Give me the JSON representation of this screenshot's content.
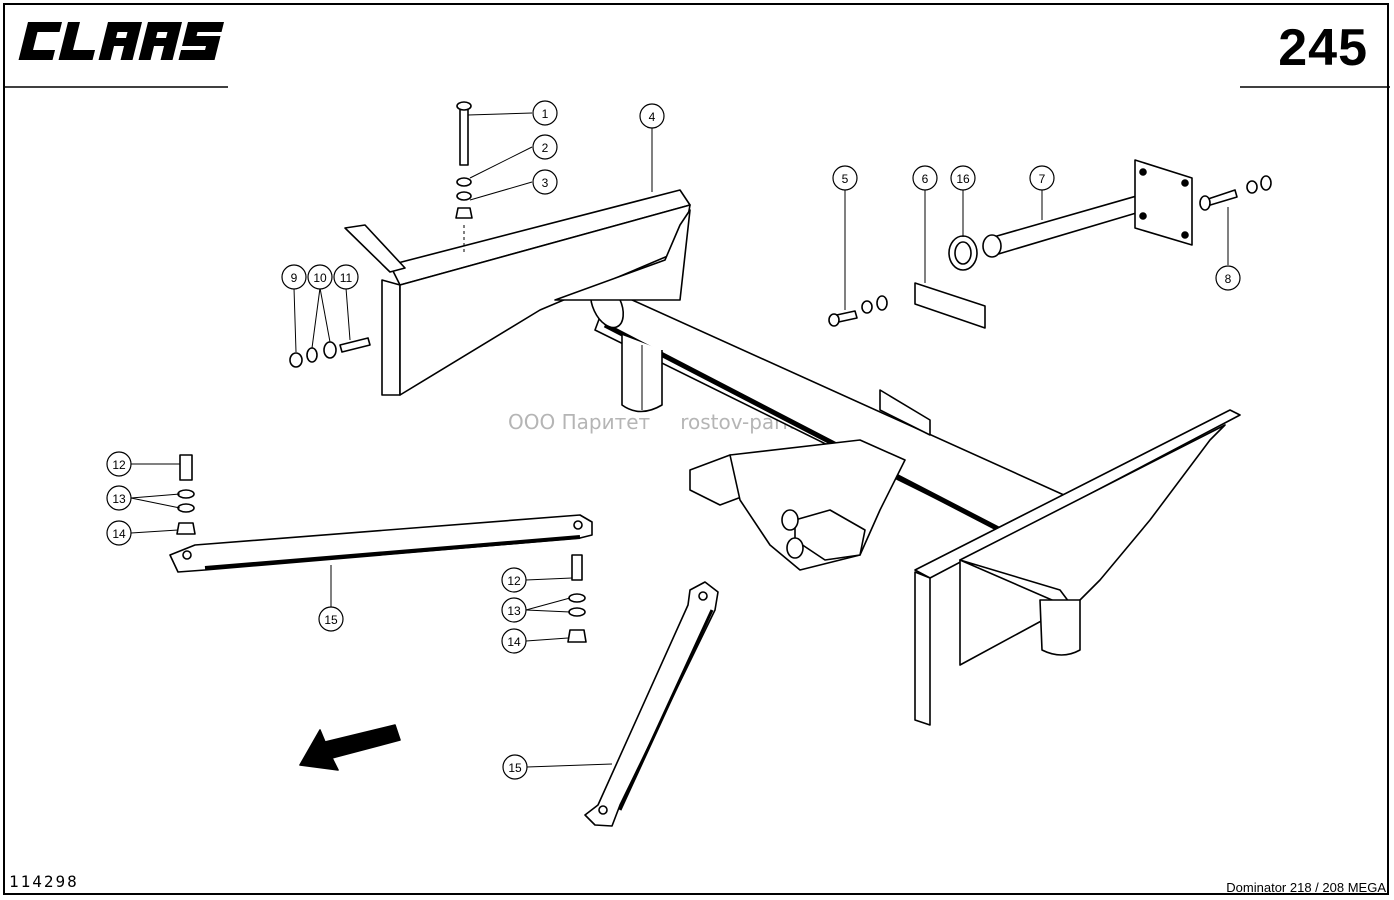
{
  "header": {
    "brand_logo": "CLAAS",
    "page_number": "245"
  },
  "footer": {
    "drawing_number": "114298",
    "model": "Dominator 218 / 208 MEGA"
  },
  "watermark": {
    "company": "ООО Паритет",
    "website": "rostov-paritet.ru"
  },
  "callouts": [
    {
      "id": "c1",
      "label": "1"
    },
    {
      "id": "c2",
      "label": "2"
    },
    {
      "id": "c3",
      "label": "3"
    },
    {
      "id": "c4",
      "label": "4"
    },
    {
      "id": "c5",
      "label": "5"
    },
    {
      "id": "c6",
      "label": "6"
    },
    {
      "id": "c16",
      "label": "16"
    },
    {
      "id": "c7",
      "label": "7"
    },
    {
      "id": "c8",
      "label": "8"
    },
    {
      "id": "c9",
      "label": "9"
    },
    {
      "id": "c10",
      "label": "10"
    },
    {
      "id": "c11",
      "label": "11"
    },
    {
      "id": "c12a",
      "label": "12"
    },
    {
      "id": "c13a",
      "label": "13"
    },
    {
      "id": "c14a",
      "label": "14"
    },
    {
      "id": "c15a",
      "label": "15"
    },
    {
      "id": "c12b",
      "label": "12"
    },
    {
      "id": "c13b",
      "label": "13"
    },
    {
      "id": "c14b",
      "label": "14"
    },
    {
      "id": "c15b",
      "label": "15"
    }
  ]
}
